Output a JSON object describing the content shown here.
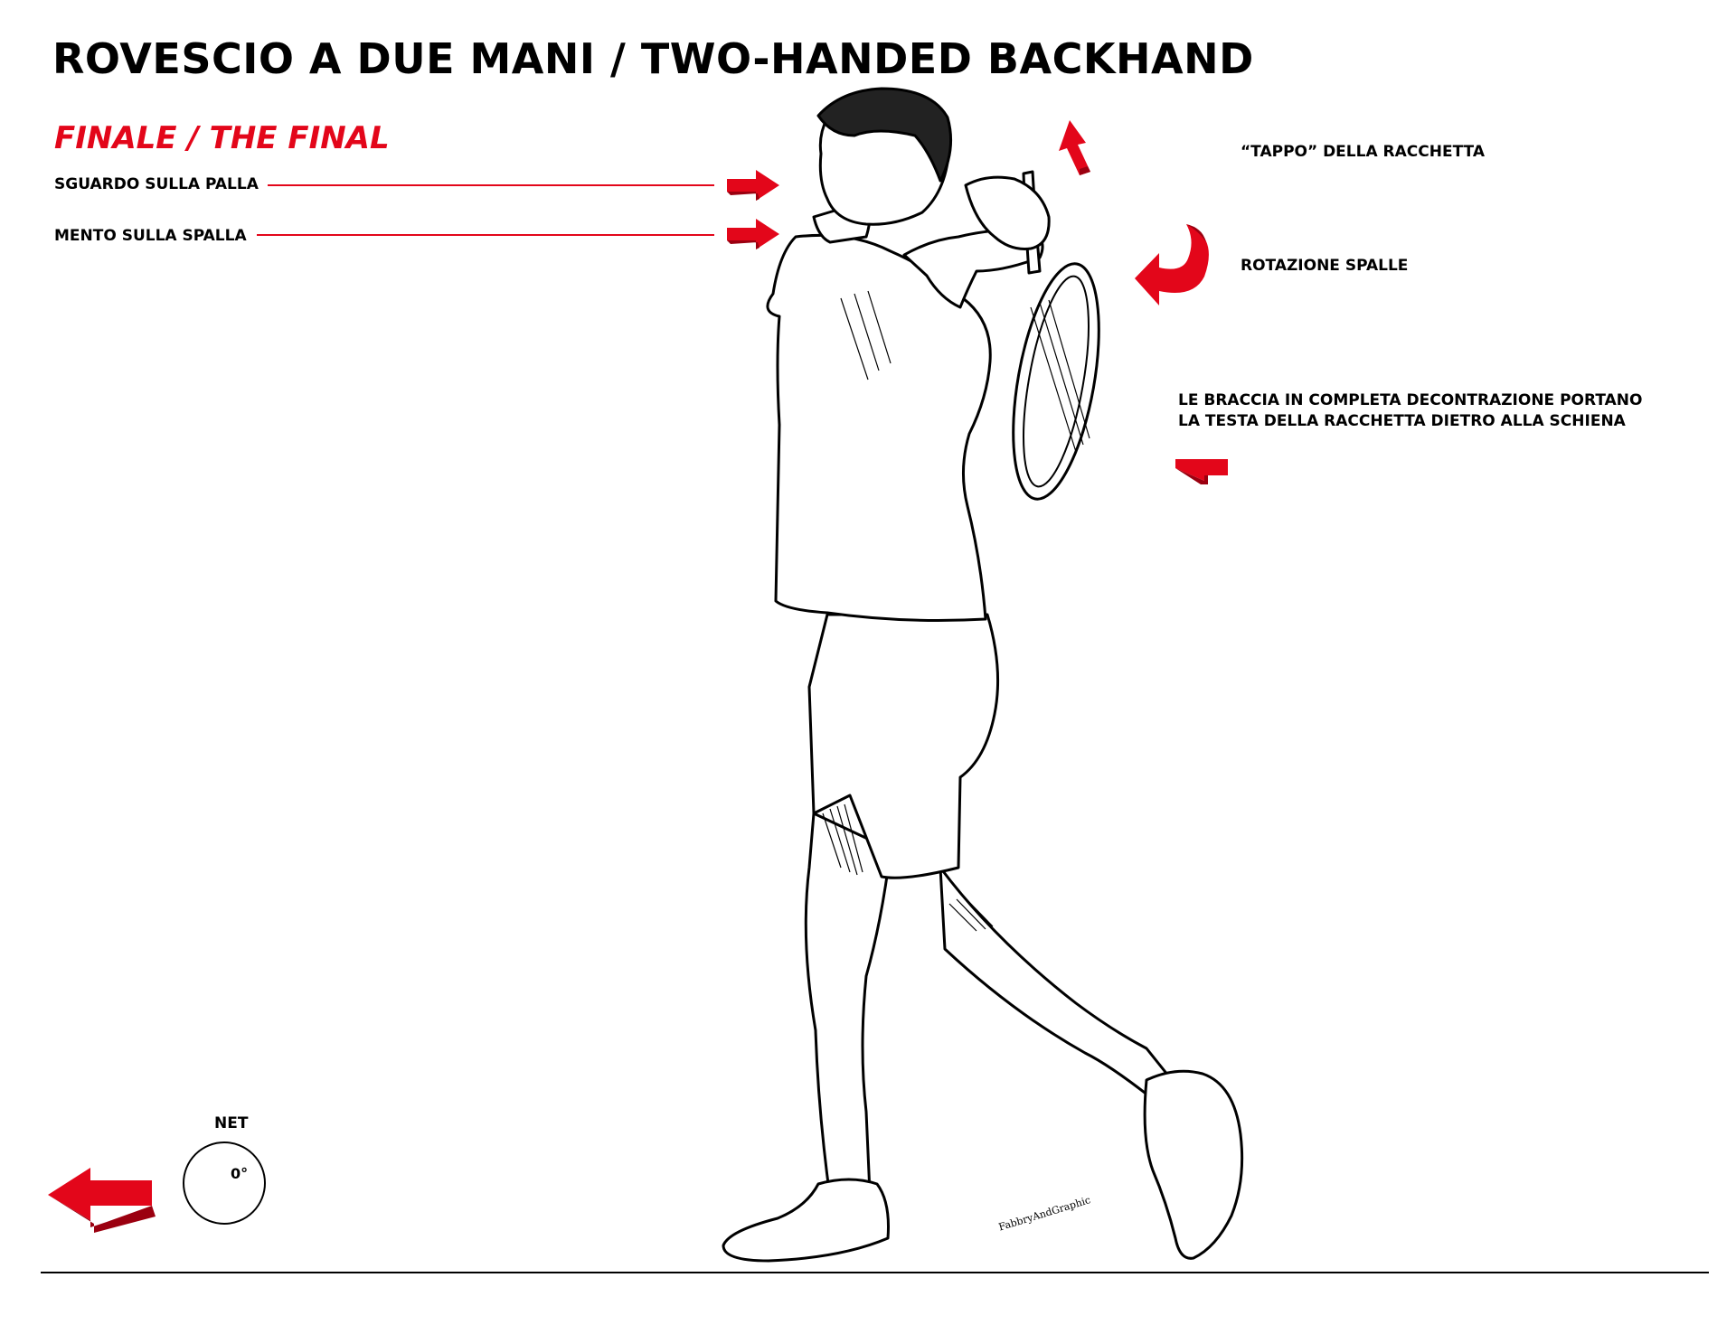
{
  "header": {
    "title": "ROVESCIO A DUE MANI / TWO-HANDED BACKHAND",
    "subtitle": "FINALE / THE FINAL"
  },
  "labels": {
    "eye_on_ball": "SGUARDO SULLA PALLA",
    "chin_on_shoulder": "MENTO SULLA SPALLA",
    "racket_butt": "“TAPPO” DELLA RACCHETTA",
    "shoulder_rotation": "ROTAZIONE SPALLE",
    "arms_relaxed_line1": "LE BRACCIA IN COMPLETA DECONTRAZIONE PORTANO",
    "arms_relaxed_line2": "LA TESTA DELLA RACCHETTA DIETRO ALLA SCHIENA"
  },
  "net_indicator": {
    "label": "NET",
    "angle": "0°"
  },
  "signature": "FabbryAndGraphic",
  "colors": {
    "accent": "#e3061a",
    "ink": "#000000",
    "background": "#ffffff"
  },
  "icons": [
    "arrow-right-icon",
    "arrow-up-icon",
    "rotation-arrow-icon",
    "arrow-left-icon"
  ]
}
